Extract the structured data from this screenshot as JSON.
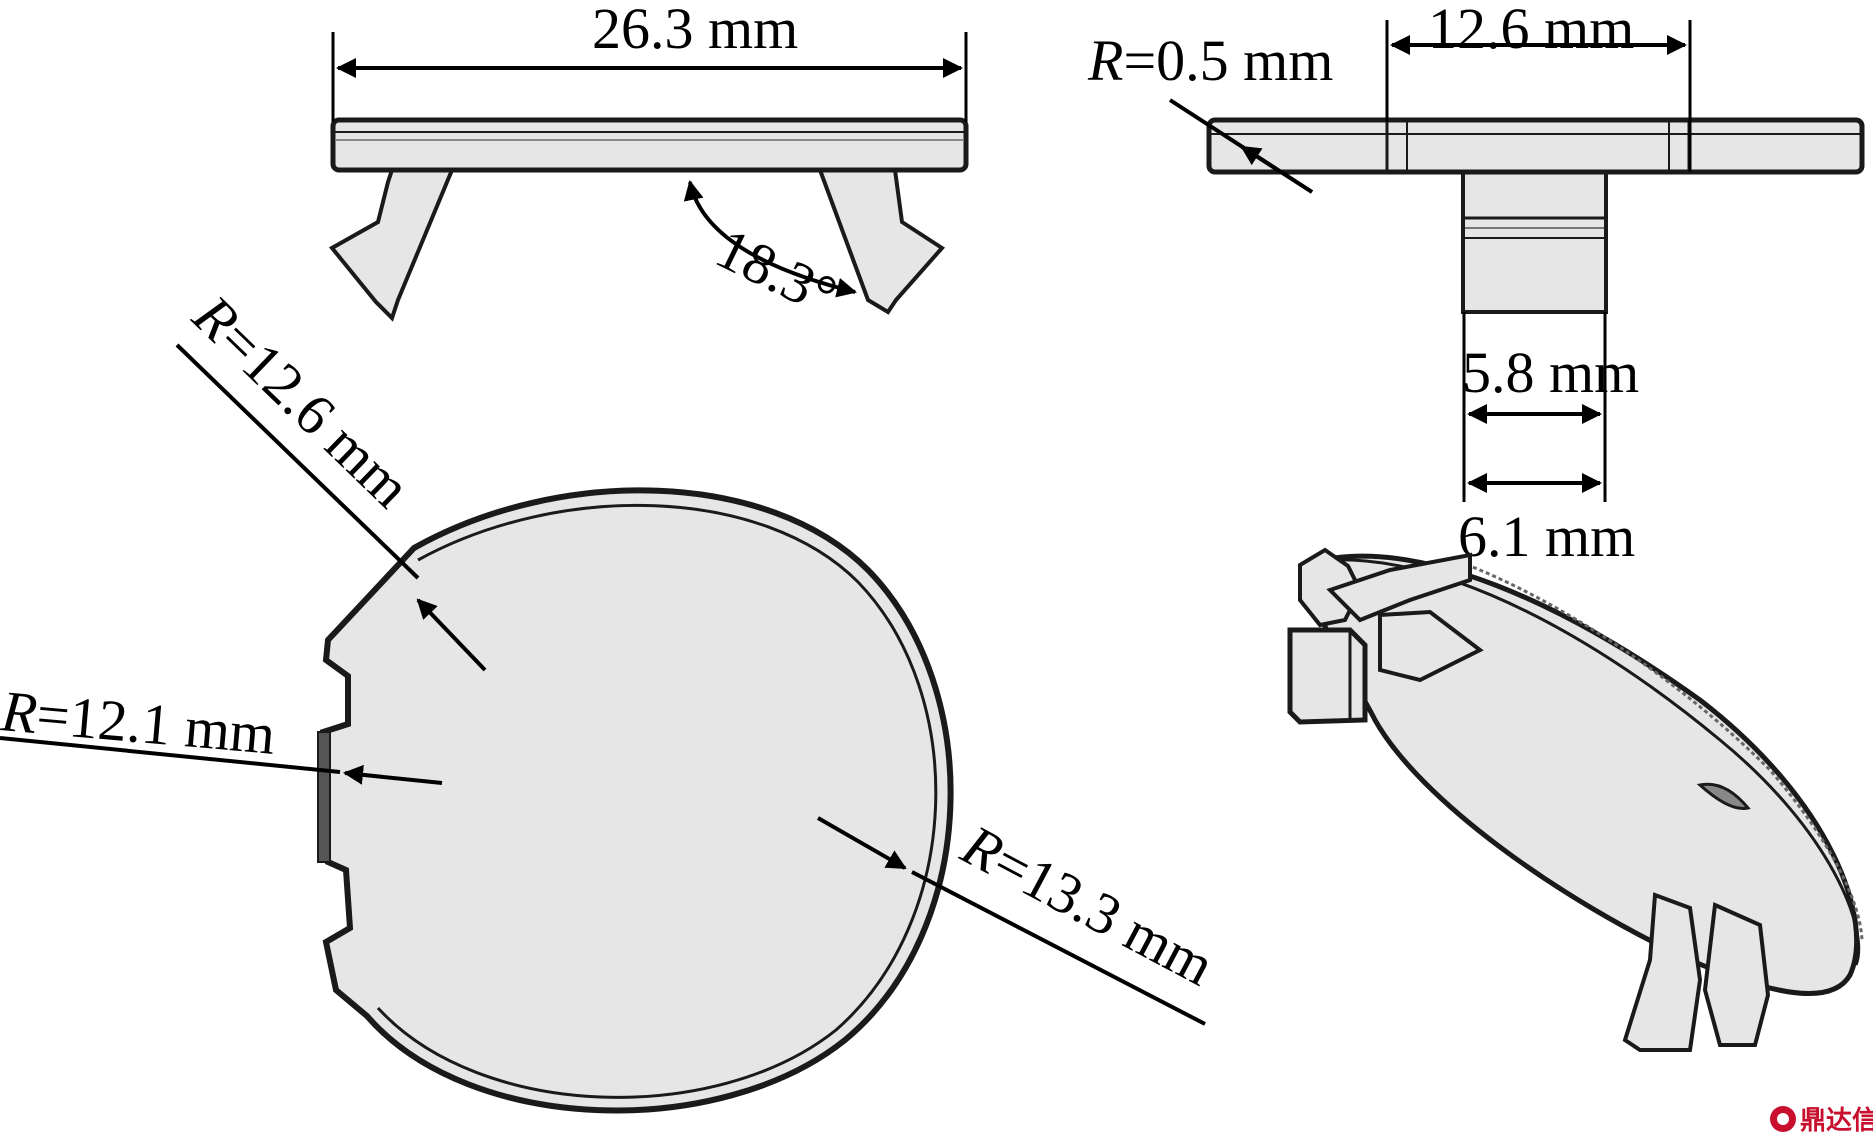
{
  "dimensions": {
    "overall_width": {
      "value": "26.3",
      "unit": "mm"
    },
    "slot_width": {
      "value": "12.6",
      "unit": "mm"
    },
    "edge_radius": {
      "symbol": "R",
      "value": "=0.5",
      "unit": "mm"
    },
    "clip_angle": {
      "value": "18.3°"
    },
    "inner_width": {
      "value": "5.8",
      "unit": "mm"
    },
    "outer_width": {
      "value": "6.1",
      "unit": "mm"
    },
    "radius_large": {
      "symbol": "R",
      "value": "=12.6",
      "unit": "mm"
    },
    "radius_small": {
      "symbol": "R",
      "value": "=12.1",
      "unit": "mm"
    },
    "radius_outer": {
      "symbol": "R",
      "value": "=13.3",
      "unit": "mm"
    }
  },
  "watermark": {
    "text": "鼎达信",
    "color": "#c8102e"
  },
  "colors": {
    "part_fill": "#e6e6e6",
    "part_stroke": "#1a1a1a",
    "dimension_line": "#000000"
  }
}
